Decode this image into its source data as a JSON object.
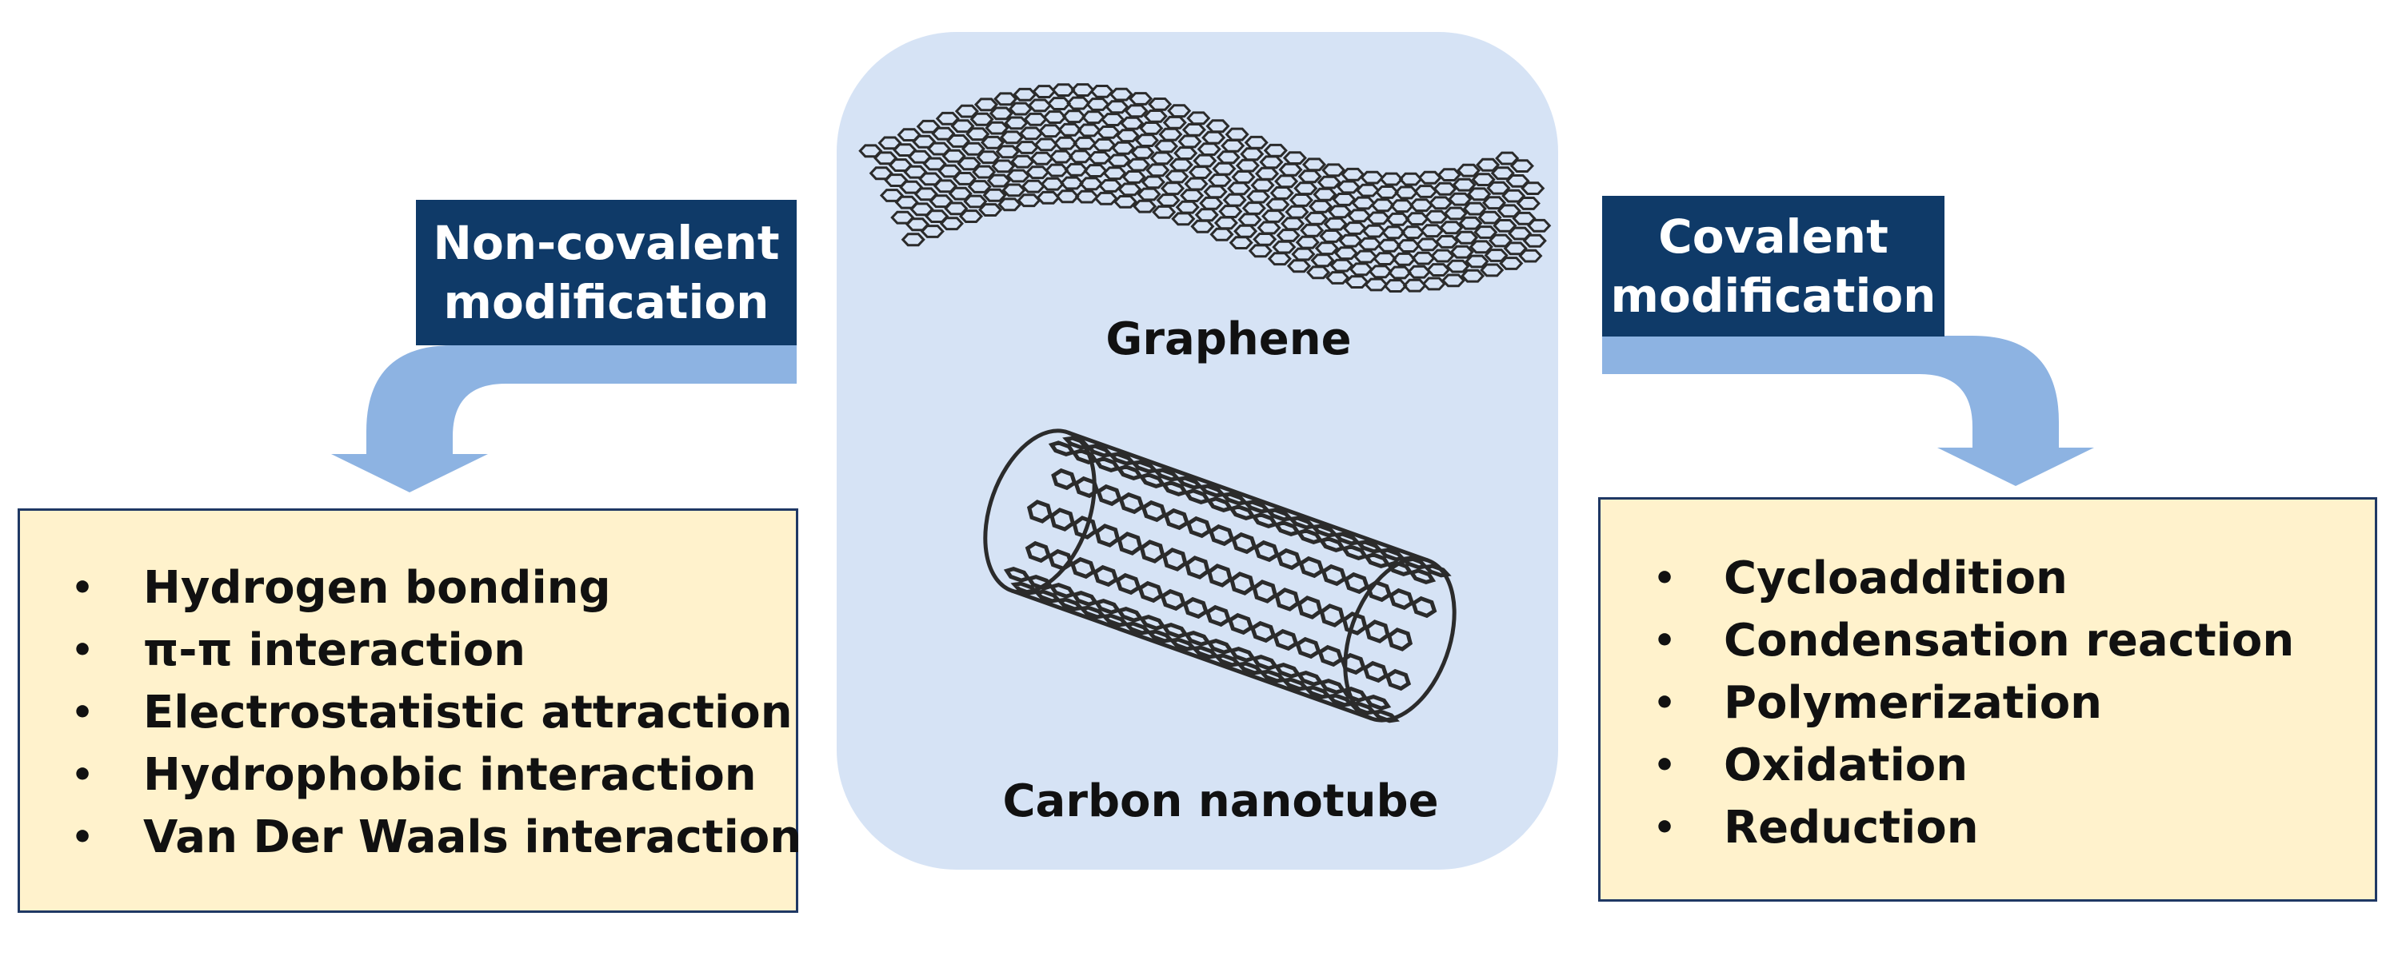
{
  "center": {
    "graphene_label": "Graphene",
    "nanotube_label": "Carbon nanotube"
  },
  "left": {
    "header_lines": [
      "Non-covalent",
      "modification"
    ],
    "items": [
      "Hydrogen bonding",
      "π-π interaction",
      "Electrostatistic attraction",
      "Hydrophobic interaction",
      "Van Der Waals interaction"
    ]
  },
  "right": {
    "header_lines": [
      "Covalent",
      "modification"
    ],
    "items": [
      "Cycloaddition",
      "Condensation reaction",
      "Polymerization",
      "Oxidation",
      "Reduction"
    ]
  },
  "colors": {
    "panel": "#d6e3f5",
    "header": "#0f3a68",
    "arrow": "#8db3e2",
    "list_box": "#fff2cc",
    "list_border": "#1f3864"
  }
}
